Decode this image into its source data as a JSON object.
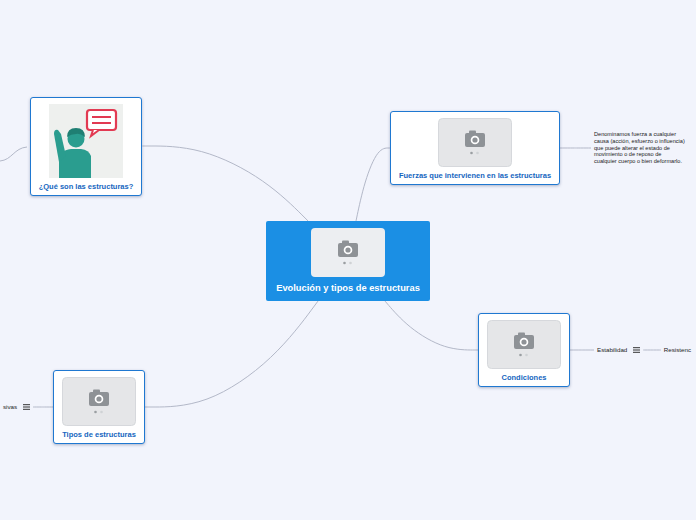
{
  "diagram": {
    "nodes": [
      {
        "text": [
          "Evolución y tipos de estructuras"
        ]
      },
      {
        "text": [
          "¿Qué son las estructuras?"
        ]
      },
      {
        "text": [
          "Fuerzas que intervienen en las estructuras"
        ]
      },
      {
        "text": [
          "Condiciones"
        ]
      },
      {
        "text": [
          "Tipos de estructuras"
        ]
      },
      {
        "text": [
          "Denominamos fuerza a cualquier causa (acción, esfuerzo o influencia) que puede alterar el estado de movimiento o de reposo de cualquier cuerpo o bien deformarlo."
        ]
      },
      {
        "text": [
          "Estabilidad"
        ]
      },
      {
        "text": [
          "Resistenc"
        ]
      },
      {
        "text": [
          "sivas"
        ]
      }
    ],
    "edges": [
      {
        "from": 0,
        "to": 1,
        "arrow": "none"
      },
      {
        "from": 0,
        "to": 2,
        "arrow": "none"
      },
      {
        "from": 0,
        "to": 3,
        "arrow": "none"
      },
      {
        "from": 0,
        "to": 4,
        "arrow": "none"
      },
      {
        "from": 2,
        "to": 5,
        "arrow": "none"
      },
      {
        "from": 3,
        "to": 6,
        "arrow": "none"
      },
      {
        "from": 6,
        "to": 7,
        "arrow": "none"
      },
      {
        "from": 4,
        "to": 8,
        "arrow": "none"
      }
    ]
  }
}
